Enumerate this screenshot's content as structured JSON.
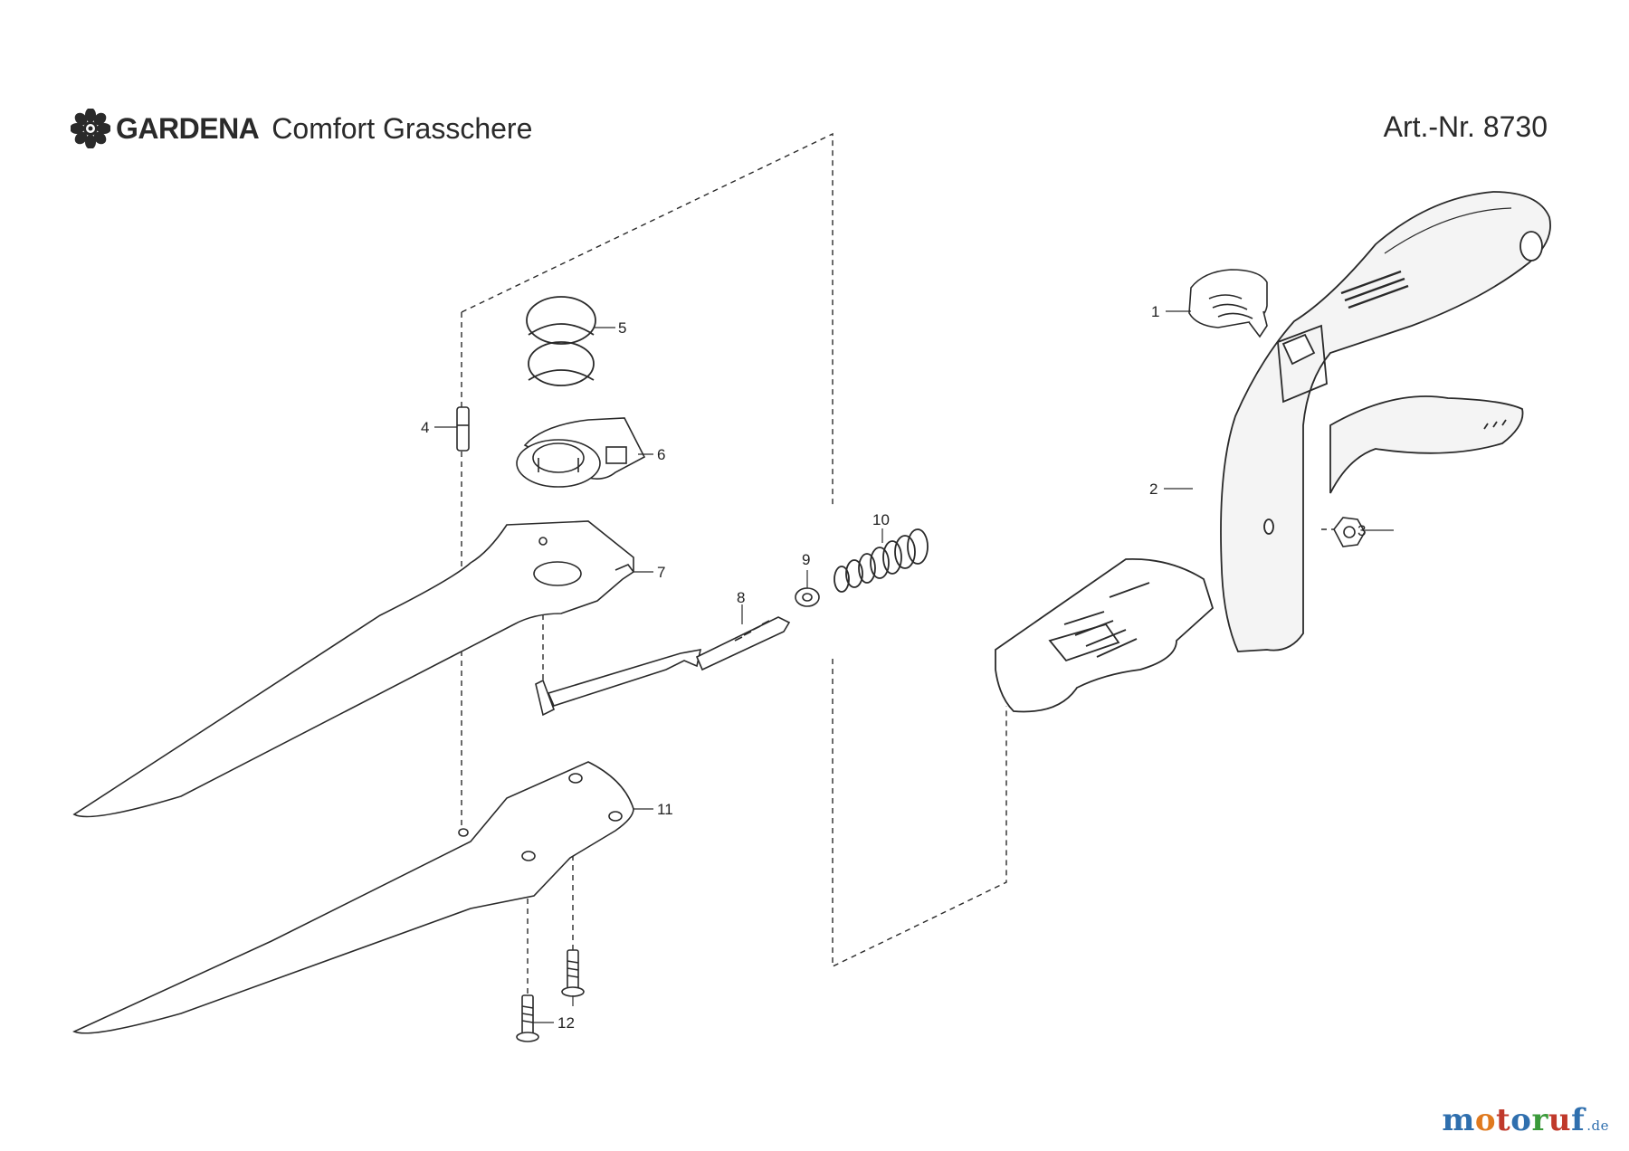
{
  "header": {
    "brand": "GARDENA",
    "product": "Comfort Grasschere",
    "article_number": "Art.-Nr. 8730"
  },
  "parts": [
    {
      "number": "1",
      "label": "1"
    },
    {
      "number": "2",
      "label": "2"
    },
    {
      "number": "3",
      "label": "3"
    },
    {
      "number": "4",
      "label": "4"
    },
    {
      "number": "5",
      "label": "5"
    },
    {
      "number": "6",
      "label": "6"
    },
    {
      "number": "7",
      "label": "7"
    },
    {
      "number": "8",
      "label": "8"
    },
    {
      "number": "9",
      "label": "9"
    },
    {
      "number": "10",
      "label": "10"
    },
    {
      "number": "11",
      "label": "11"
    },
    {
      "number": "12",
      "label": "12"
    }
  ],
  "watermark": {
    "letters": [
      "m",
      "o",
      "t",
      "o",
      "r",
      "u",
      "f"
    ],
    "letter_colors": [
      "#2f6fae",
      "#e07a1f",
      "#c0392b",
      "#2f6fae",
      "#3a9a3a",
      "#c0392b",
      "#2f6fae"
    ],
    "tld": ".de"
  },
  "colors": {
    "line": "#2a2a2a",
    "part_fill": "#ffffff",
    "handle_fill": "#f2f2f2"
  }
}
